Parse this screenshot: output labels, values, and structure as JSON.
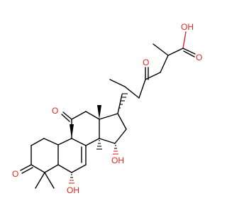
{
  "structure": {
    "atoms": {
      "o_keto_side": "O",
      "o_acid_carbonyl": "O",
      "oh_acid": "OH",
      "o_c11": "O",
      "o_c3": "O",
      "oh_c15": "OH",
      "oh_c7": "OH"
    },
    "colors": {
      "bond": "#000000",
      "heteroatom": "#e0261d"
    }
  }
}
